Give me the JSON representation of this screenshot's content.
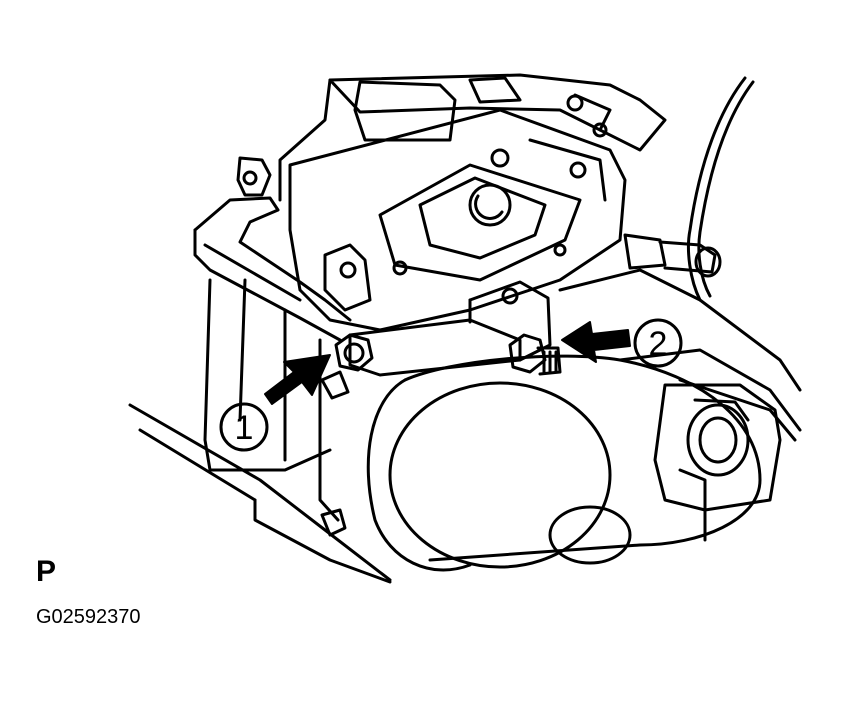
{
  "callouts": [
    {
      "number": "1"
    },
    {
      "number": "2"
    }
  ],
  "view_label": "P",
  "figure_code": "G02592370",
  "colors": {
    "ink": "#000000",
    "paper": "#ffffff"
  }
}
